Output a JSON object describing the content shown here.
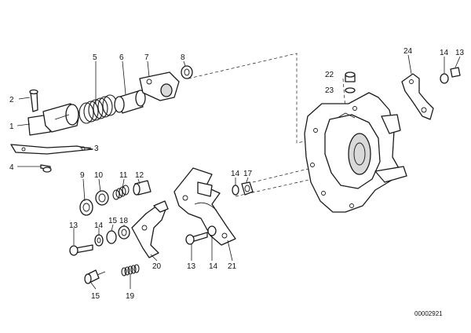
{
  "diagram": {
    "callouts": {
      "c1": "1",
      "c2": "2",
      "c3": "3",
      "c4": "4",
      "c5": "5",
      "c6": "6",
      "c7": "7",
      "c8": "8",
      "c9": "9",
      "c10": "10",
      "c11": "11",
      "c12": "12",
      "c13a": "13",
      "c13b": "13",
      "c13c": "13",
      "c14a": "14",
      "c14b": "14",
      "c14c": "14",
      "c14d": "14",
      "c15a": "15",
      "c15b": "15",
      "c17": "17",
      "c18": "18",
      "c19": "19",
      "c20": "20",
      "c21": "21",
      "c22": "22",
      "c23": "23",
      "c24": "24"
    },
    "reference_number": "00002921"
  }
}
